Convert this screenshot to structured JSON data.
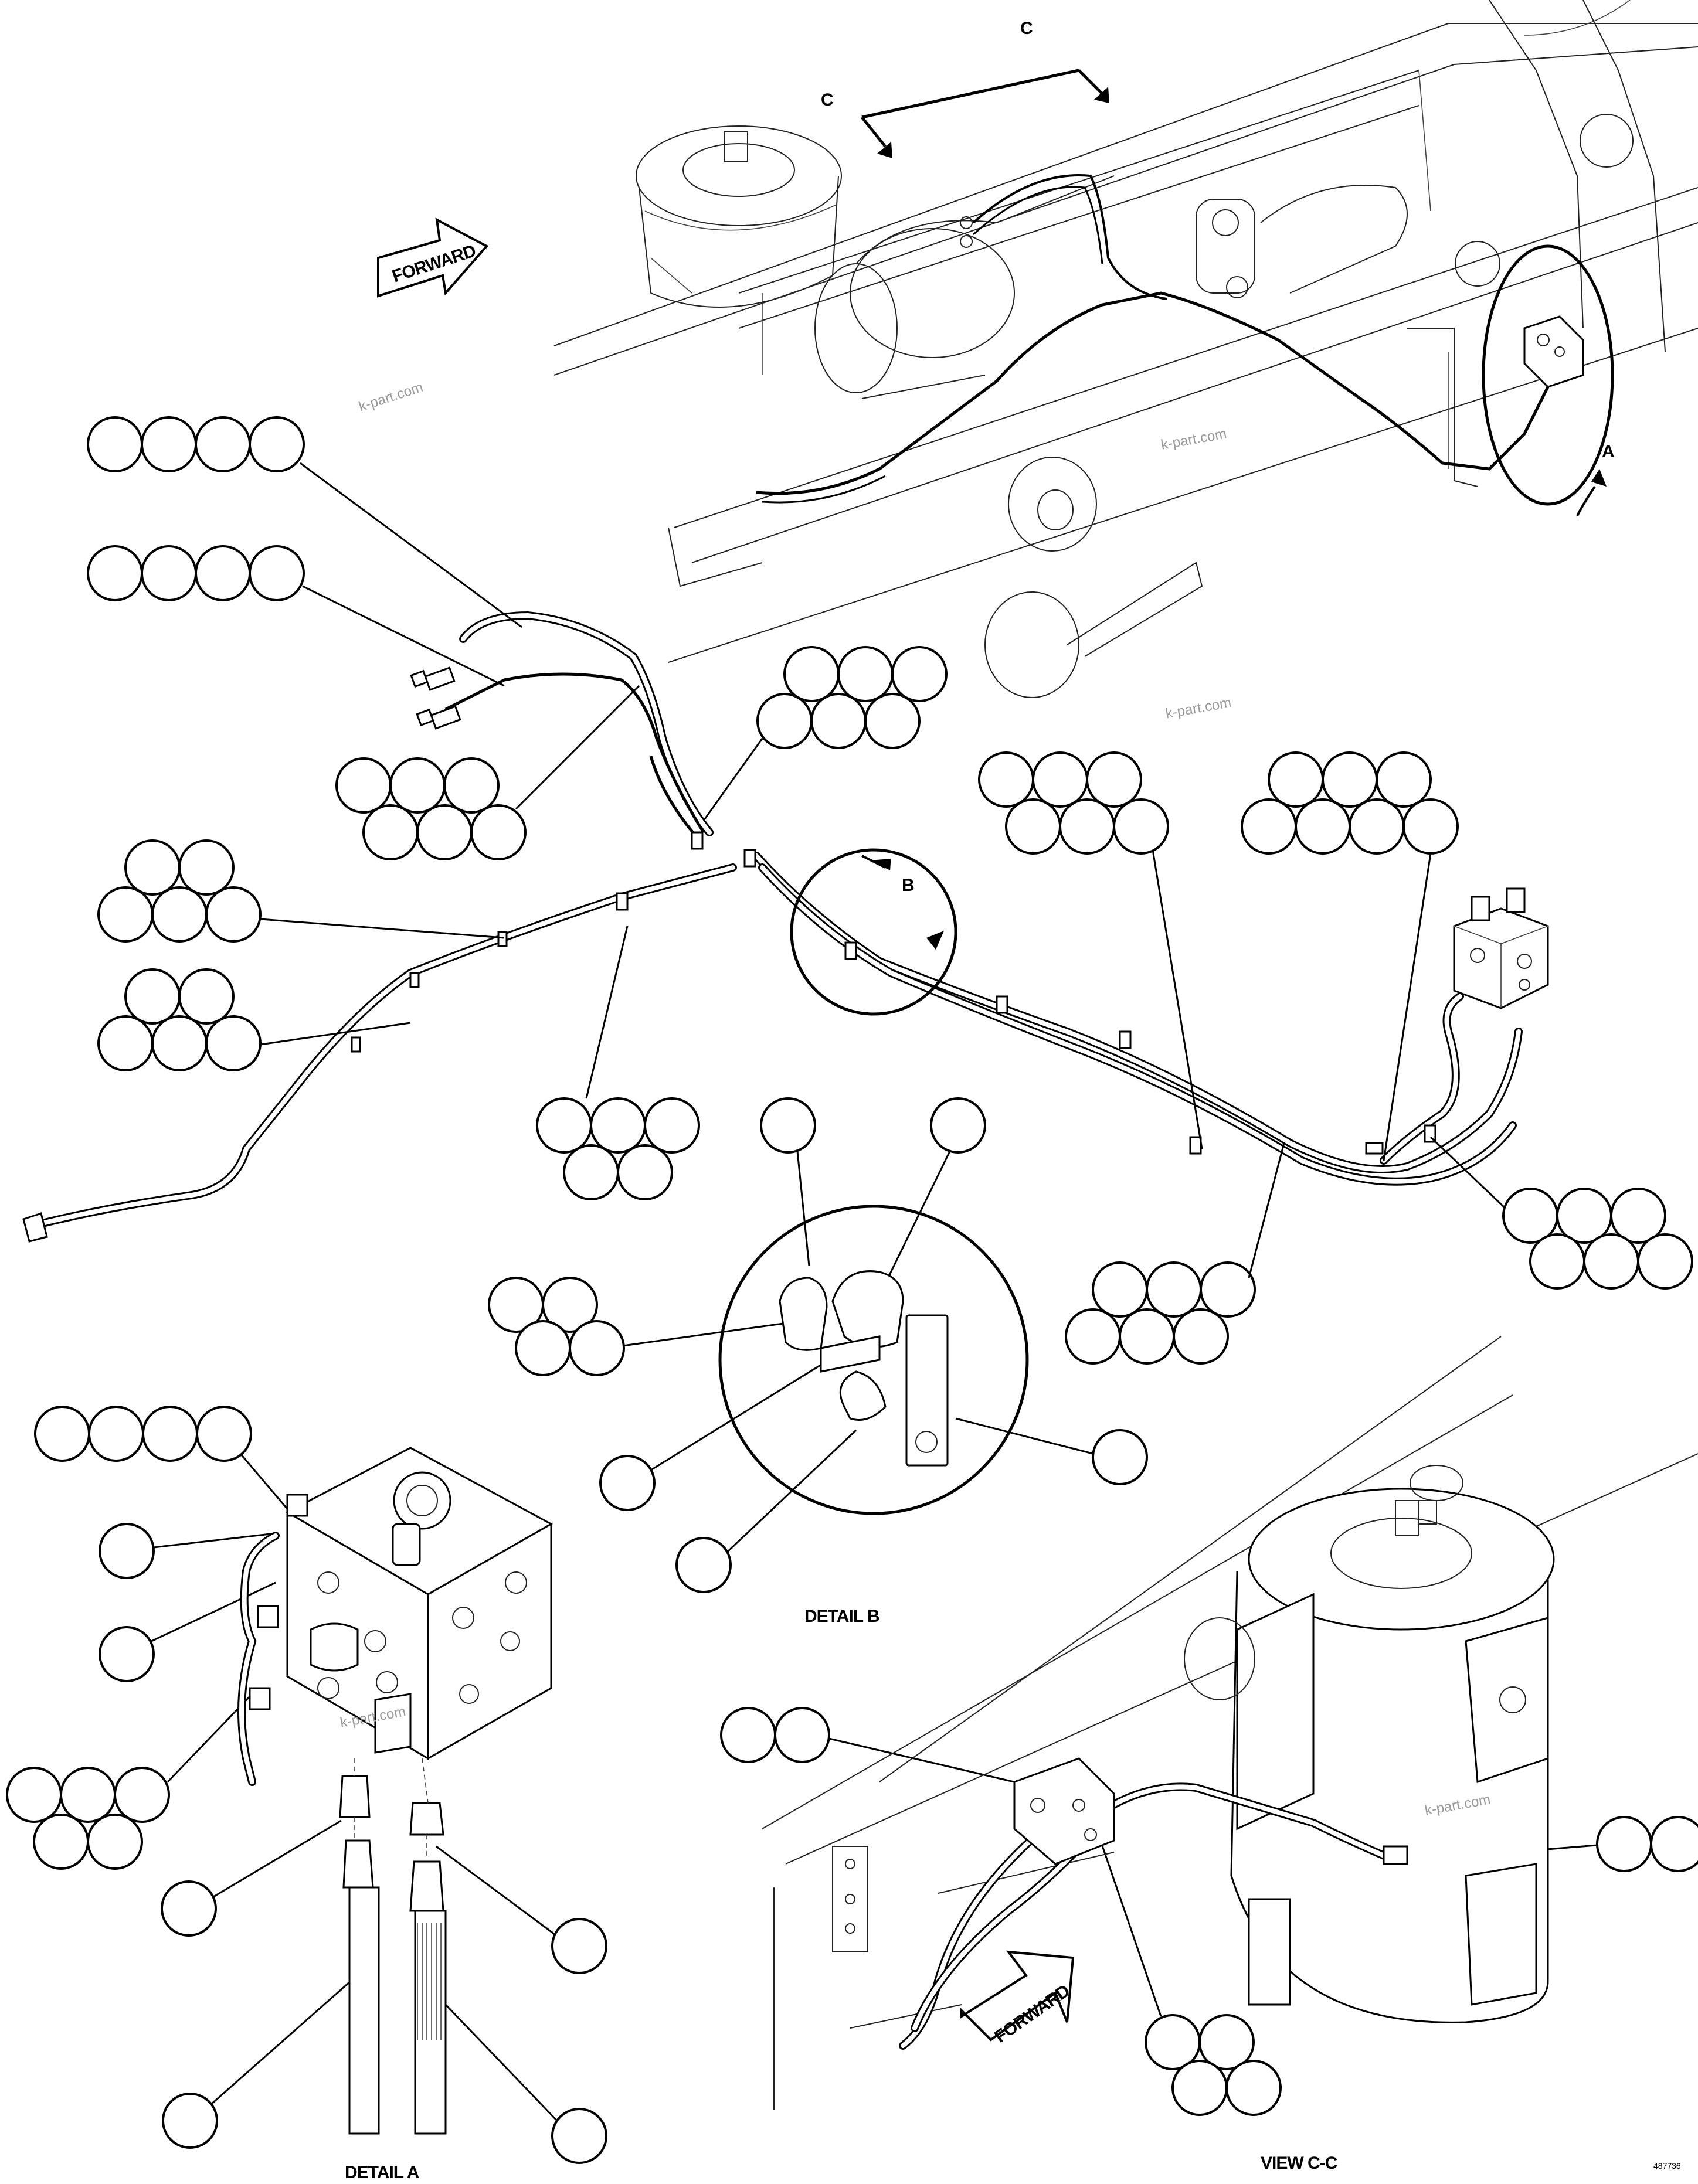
{
  "view_labels": {
    "section_c_left": "C",
    "section_c_right": "C",
    "detail_a_marker": "A",
    "detail_b_marker": "B",
    "detail_a": "DETAIL A",
    "detail_b": "DETAIL B",
    "view_cc": "VIEW C-C"
  },
  "arrows": {
    "forward_top": "FORWARD",
    "forward_bottom": "FORWARD"
  },
  "watermarks": [
    "k-part.com",
    "k-part.com",
    "k-part.com",
    "k-part.com",
    "k-part.com"
  ],
  "drawing_number": "487736",
  "callout_bubbles": "blank reference circles (no printed item numbers)"
}
